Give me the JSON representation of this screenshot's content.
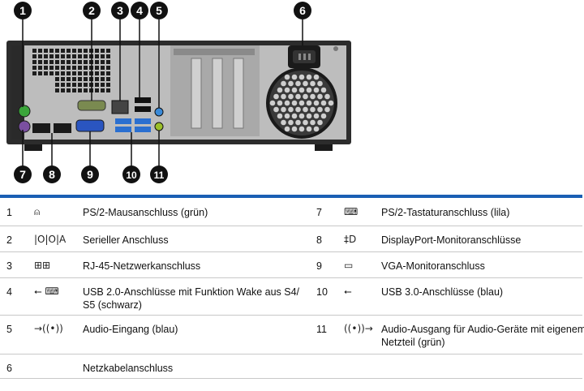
{
  "callouts": [
    "1",
    "2",
    "3",
    "4",
    "5",
    "6",
    "7",
    "8",
    "9",
    "10",
    "11"
  ],
  "table": {
    "rows": [
      {
        "left": {
          "num": "1",
          "icon": "mouse-icon",
          "glyph": "⍝",
          "text": "PS/2-Mausanschluss (grün)"
        },
        "right": {
          "num": "7",
          "icon": "keyboard-icon",
          "glyph": "⌨",
          "text": "PS/2-Tastaturanschluss (lila)"
        }
      },
      {
        "left": {
          "num": "2",
          "icon": "serial-icon",
          "glyph": "|O|O|A",
          "text": "Serieller Anschluss"
        },
        "right": {
          "num": "8",
          "icon": "displayport-icon",
          "glyph": "‡D",
          "text": "DisplayPort-Monitoranschlüsse"
        }
      },
      {
        "left": {
          "num": "3",
          "icon": "network-icon",
          "glyph": "⊞⊞",
          "text": "RJ-45-Netzwerkanschluss"
        },
        "right": {
          "num": "9",
          "icon": "vga-icon",
          "glyph": "▭",
          "text": "VGA-Monitoranschluss"
        }
      },
      {
        "left": {
          "num": "4",
          "icon": "usb-keyboard-icon",
          "glyph": "⭠ ⌨",
          "text": "USB 2.0-Anschlüsse mit Funktion Wake aus S4/ S5 (schwarz)"
        },
        "right": {
          "num": "10",
          "icon": "usb-icon",
          "glyph": "⭠",
          "text": "USB 3.0-Anschlüsse (blau)"
        }
      },
      {
        "left": {
          "num": "5",
          "icon": "audio-in-icon",
          "glyph": "→((•))",
          "text": "Audio-Eingang (blau)"
        },
        "right": {
          "num": "11",
          "icon": "audio-out-icon",
          "glyph": "((•))→",
          "text": "Audio-Ausgang für Audio-Geräte mit eigenem Netzteil (grün)"
        }
      },
      {
        "left": {
          "num": "6",
          "icon": "",
          "glyph": "",
          "text": "Netzkabelanschluss"
        },
        "right": null
      }
    ]
  },
  "colors": {
    "accent": "#1a5fb4",
    "mouse_port": "#3aa53a",
    "keyboard_port": "#7a4fa0",
    "vga": "#2a55c0",
    "usb3": "#2a6fd0",
    "audio_in": "#3a8ad8",
    "audio_out": "#9bbf2a"
  }
}
